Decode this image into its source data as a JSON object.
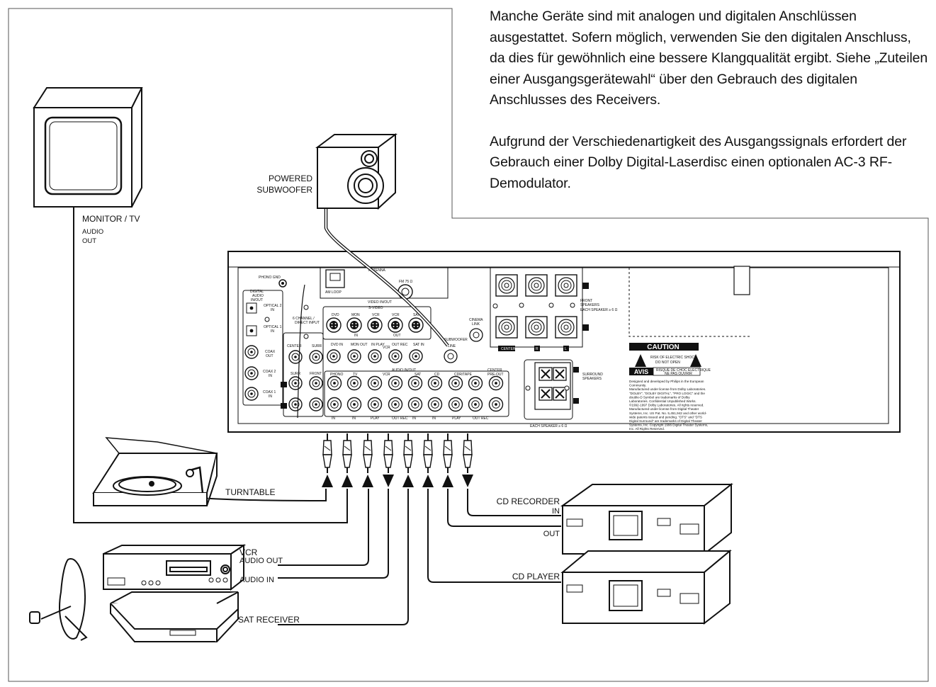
{
  "intro_text": {
    "paragraph_1": "Manche Geräte sind mit analogen und digitalen Anschlüssen ausgestattet. Sofern möglich, verwenden Sie den digitalen Anschluss, da dies für gewöhnlich eine bessere Klangqualität ergibt. Siehe „Zuteilen einer Ausgangsgerätewahl“ über den Gebrauch des digitalen Anschlusses des Receivers.",
    "paragraph_2": "Aufgrund der Verschiedenartigkeit des Ausgangssignals erfordert der Gebrauch einer Dolby Digital-Laserdisc einen optionalen AC-3 RF-Demodulator."
  },
  "devices": {
    "monitor_label": "MONITOR / TV",
    "monitor_sub1": "AUDIO",
    "monitor_sub2": "OUT",
    "subwoofer_label1": "POWERED",
    "subwoofer_label2": "SUBWOOFER",
    "turntable_label": "TURNTABLE",
    "vcr_label": "VCR",
    "vcr_audio_out": "AUDIO OUT",
    "vcr_audio_in": "AUDIO IN",
    "sat_label": "SAT RECEIVER",
    "cdr_label1": "CD RECORDER",
    "cdr_label2": "IN",
    "cdr_out": "OUT",
    "cdp_label": "CD PLAYER"
  },
  "receiver": {
    "phono_gnd": "PHONO GND",
    "digital_audio": [
      "DIGITAL",
      "AUDIO",
      "IN/OUT"
    ],
    "optical2": [
      "OPTICAL 2",
      "IN"
    ],
    "optical1": [
      "OPTICAL 1",
      "IN"
    ],
    "coax_out": [
      "COAX",
      "OUT"
    ],
    "coax2": [
      "COAX 2",
      "IN"
    ],
    "coax1": [
      "COAX 1",
      "IN"
    ],
    "antenna": "ANTENNA",
    "am_loop": "AM LOOP",
    "fm": "FM 75 Ω",
    "video_io": "VIDEO IN/OUT",
    "s_video": "S-VIDEO",
    "video_jacks": [
      "DVD",
      "MON",
      "VCR",
      "VCR",
      "SAT"
    ],
    "video_in": "IN",
    "video_out": "OUT",
    "composite_jacks": [
      "DVD IN",
      "MON OUT",
      "IN PLAY",
      "VCR",
      "OUT REC",
      "SAT IN"
    ],
    "channel_input": [
      "6 CHANNEL /",
      "DIRECT INPUT"
    ],
    "center": "CENTER",
    "surr": "SURR",
    "front": "FRONT",
    "subwoofer": "SUBWOOFER",
    "line": "LINE",
    "cinema_link": [
      "CINEMA",
      "LINK"
    ],
    "audio_io": "AUDIO IN/OUT",
    "audio_jacks": [
      "PHONO",
      "TV",
      "VCR",
      "SAT",
      "CD",
      "CDR/TAPE"
    ],
    "audio_dirs": [
      "IN",
      "IN",
      "PLAY",
      "OUT REC",
      "IN",
      "IN",
      "PLAY",
      "OUT REC"
    ],
    "center_preout": [
      "CENTER",
      "PRE-OUT"
    ],
    "front_speakers": [
      "FRONT",
      "SPEAKERS",
      "EACH SPEAKER ≥ 6 Ω"
    ],
    "center_spk": "CENTER",
    "r": "R",
    "l": "L",
    "surround_speakers": [
      "SURROUND",
      "SPEAKERS"
    ],
    "each_speaker": "EACH SPEAKER ≥ 6 Ω",
    "caution": "CAUTION",
    "caution_text": [
      "RISK OF ELECTRIC SHOCK",
      "DO NOT OPEN"
    ],
    "avis": "AVIS",
    "avis_text": [
      "RISQUE DE CHOC ELECTRIQUE",
      "NE PAS OUVRIR"
    ],
    "legal": [
      "Designed and developed by Philips in the European",
      "Community.",
      "Manufactured under license from Dolby Laboratories.",
      "\"DOLBY\", \"DOLBY DIGITAL\", \"PRO LOGIC\" and the",
      "double-D Symbol are trademarks of Dolby",
      "Laboratories. Confidential Unpublished Works.",
      "©1992-1997 Dolby Laboratories. All rights reserved.",
      "Manufactured under license from Digital Theater",
      "Systems, Inc. US Pat. No. 5,451,942 and other world-",
      "wide patents issued and pending. \"DTS\" and \"DTS",
      "Digital Surround\" are trademarks of Digital Theater",
      "Systems, Inc. Copyright 1996 Digital Theater Systems,",
      "Inc. All Rights Reserved."
    ]
  }
}
